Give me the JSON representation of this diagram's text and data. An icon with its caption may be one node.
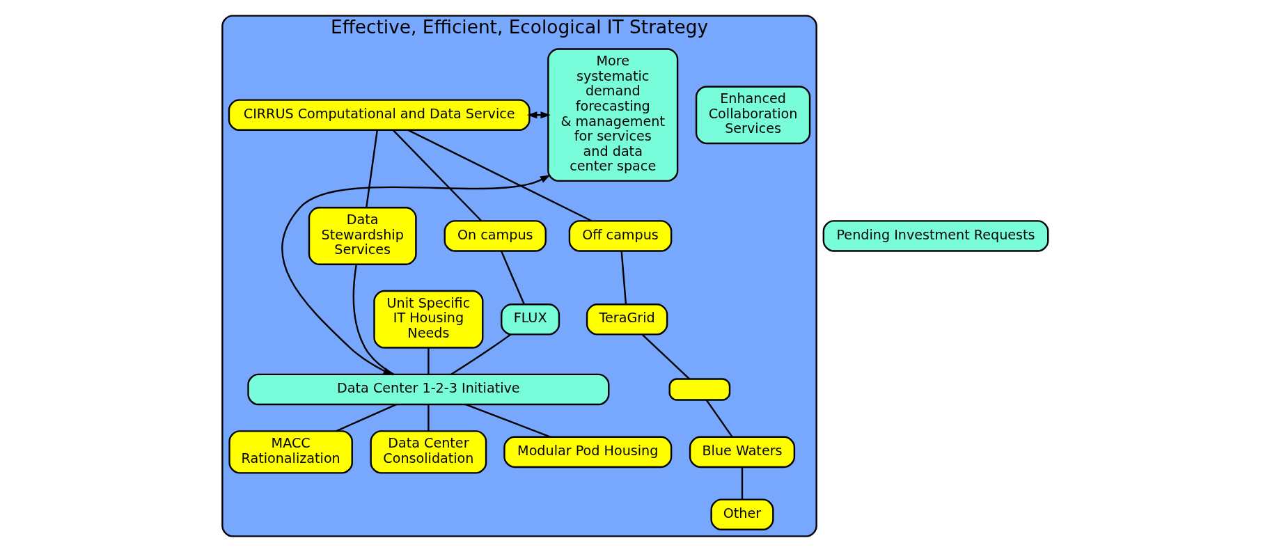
{
  "diagram": {
    "nodes": [
      {
        "text": [
          "Effective, Efficient, Ecological IT Strategy"
        ]
      },
      {
        "text": [
          "CIRRUS Computational and Data Service"
        ],
        "in": 0
      },
      {
        "text": [
          "Off campus"
        ],
        "in": 0
      },
      {
        "text": [
          "TeraGrid"
        ],
        "in": 0
      },
      {
        "text": [],
        "shape": "box",
        "in": 0
      },
      {
        "text": [
          "Blue Waters"
        ],
        "in": 0
      },
      {
        "text": [
          "Other"
        ],
        "in": 0
      },
      {
        "text": [
          "On campus"
        ],
        "in": 0
      },
      {
        "text": [
          "FLUX"
        ],
        "in": 0
      },
      {
        "text": [
          "Data Stewardship Services"
        ],
        "in": 0
      },
      {
        "text": [
          "Unit Specific IT Housing Needs"
        ],
        "in": 0
      },
      {
        "text": [
          "Data Center 1-2-3 Initiative"
        ],
        "in": 0
      },
      {
        "text": [
          "Modular Pod Housing"
        ],
        "in": 0
      },
      {
        "text": [
          "MACC Rationalization"
        ],
        "in": 0
      },
      {
        "text": [
          "Data Center Consolidation"
        ],
        "in": 0
      },
      {
        "text": [
          "More systematic demand forecasting & management for services and data center space"
        ],
        "in": 0
      },
      {
        "text": [
          "Enhanced Collaboration Services"
        ],
        "in": 0
      },
      {
        "text": [
          "Pending Investment Requests"
        ]
      }
    ],
    "edges": [
      {
        "from": 1,
        "to": 2,
        "arrow": "none"
      },
      {
        "from": 2,
        "to": 3,
        "arrow": "none"
      },
      {
        "from": 3,
        "to": 4,
        "arrow": "none"
      },
      {
        "from": 4,
        "to": 5,
        "arrow": "none"
      },
      {
        "from": 5,
        "to": 6,
        "arrow": "none"
      },
      {
        "from": 1,
        "to": 7,
        "arrow": "none"
      },
      {
        "from": 7,
        "to": 8,
        "arrow": "none"
      },
      {
        "from": 8,
        "to": 11,
        "arrow": "none"
      },
      {
        "from": 1,
        "to": 9,
        "arrow": "none"
      },
      {
        "from": 9,
        "to": 11,
        "arrow": "none"
      },
      {
        "from": 10,
        "to": 11,
        "arrow": "none"
      },
      {
        "from": 11,
        "to": 12,
        "arrow": "none"
      },
      {
        "from": 11,
        "to": 13,
        "arrow": "none"
      },
      {
        "from": 11,
        "to": 14,
        "arrow": "none"
      },
      {
        "from": 1,
        "to": 15,
        "arrow": "both"
      },
      {
        "from": 11,
        "to": 15,
        "arrow": "both"
      }
    ]
  }
}
